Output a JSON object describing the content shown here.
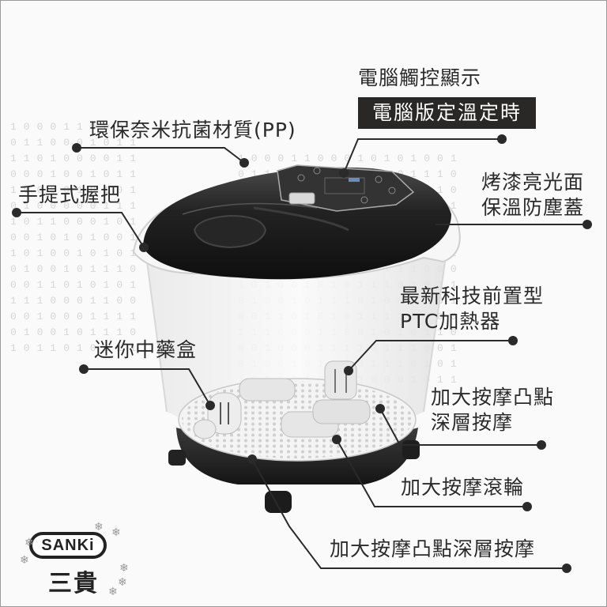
{
  "product": {
    "type": "foot-spa-bath",
    "brand_logo_en": "SANKi",
    "brand_logo_cn": "三貴"
  },
  "callouts": {
    "control_display": "電腦觸控顯示",
    "control_badge": "電腦版定溫定時",
    "material": "環保奈米抗菌材質(PP)",
    "handle": "手提式握把",
    "lid_line1": "烤漆亮光面",
    "lid_line2": "保溫防塵蓋",
    "heater_line1": "最新科技前置型",
    "heater_line2": "PTC加熱器",
    "medicine_box": "迷你中藥盒",
    "massage_points_line1": "加大按摩凸點",
    "massage_points_line2": "深層按摩",
    "rollers": "加大按摩滾輪",
    "bottom_points": "加大按摩凸點深層按摩"
  },
  "colors": {
    "text": "#2a2a2a",
    "badge_bg": "#2a2727",
    "badge_text": "#ffffff",
    "background": "#fbfafa",
    "binary_pattern": "#d6d6d6",
    "lid": "#1e1e1e",
    "tub": "#f2f2f2"
  },
  "background_pattern": {
    "rows": [
      "1 0 0 0 1 1 0 0 0 1 0 1 0 1 0 0 1",
      "0 1 1 0 0 0 1 0 1 1 0 1 0 1 1 1 0",
      "1 1 0 1 0 0 0 0 1 1 0 1 0 1 1 1 0",
      "0 0 0 1 0 0 1 0 1 1 0 1 0 0 1 0 1",
      "1 0 0 0 0 1 0 1 0 1 0 0 1 0 1 1 0",
      "0 1 0 0 0 0 0 1 1 1 1 0 1 0 0 1 1",
      "1 0 1 1 0 0 0 1 0 1 1 0 0 0 0 1 1",
      "0 0 1 0 1 0 1 0 0 1 0 1 1 1 0 0 0",
      "1 0 1 0 0 1 0 1 0 1 1 1 0 1 0 1 1",
      "0 1 0 0 1 0 1 1 1 0 1 0 0 1 0 0 1",
      "0 0 1 1 0 1 0 1 0 1 1 1 1 0 1 0 0",
      "1 1 1 0 0 0 1 1 0 0 1 0 1 0 1 1 0",
      "0 0 1 0 0 0 1 1 1 1 0 1 1 1 0 0 1",
      "0 1 0 0 1 0 1 1 1 0 1 1 1 0 1 0 1",
      "1 0 1 1 0 1 0 1 1 1 0 0 0 1 0 1 1"
    ]
  }
}
